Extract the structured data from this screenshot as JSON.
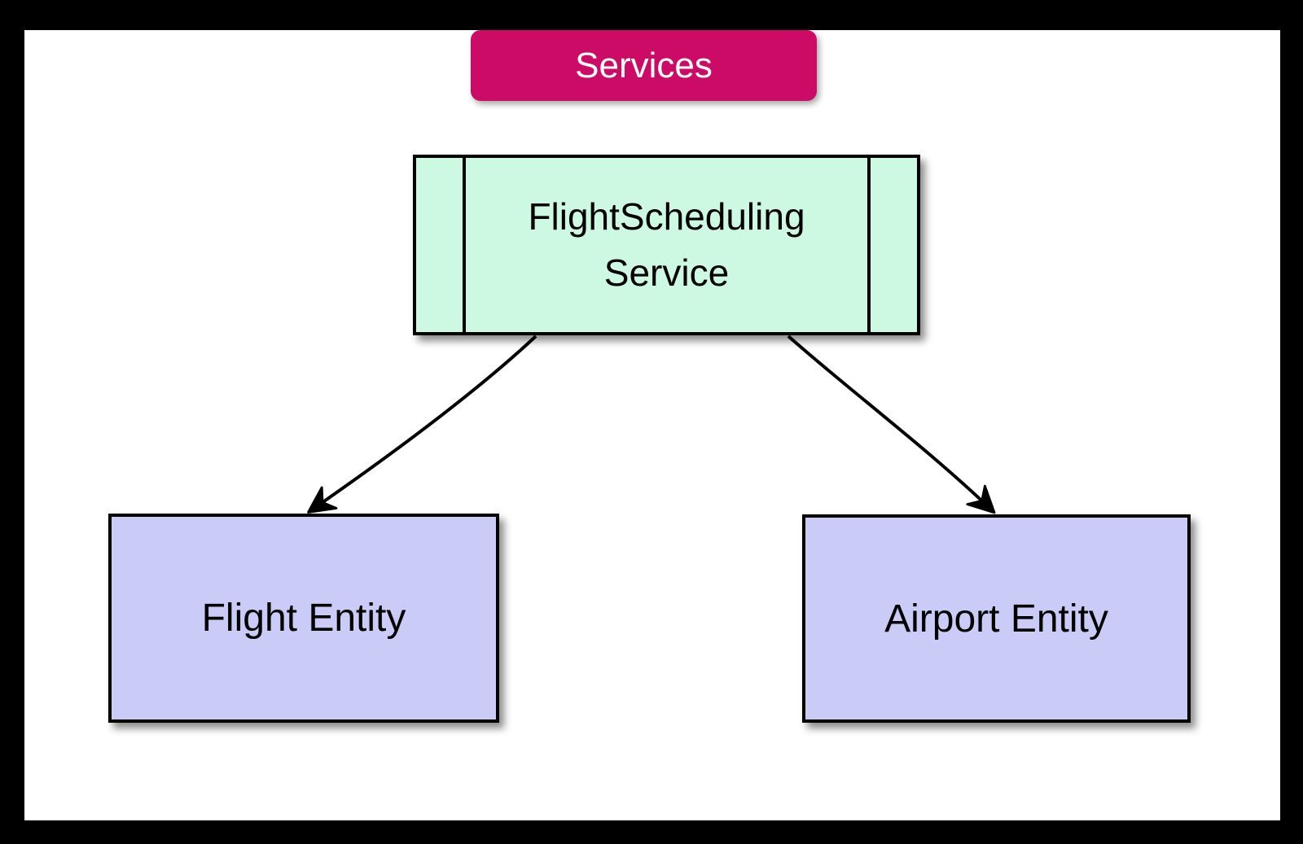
{
  "diagram": {
    "frame_color": "#000000",
    "canvas_color": "#ffffff",
    "title_badge": {
      "label": "Services",
      "bg": "#cc0b66",
      "text_color": "#ffffff"
    },
    "nodes": [
      {
        "id": "flightSchedulingService",
        "label": "FlightScheduling Service",
        "shape": "subroutine",
        "fill": "#cdf8e1",
        "border": "#000000"
      },
      {
        "id": "flightEntity",
        "label": "Flight Entity",
        "shape": "rectangle",
        "fill": "#cacbf7",
        "border": "#000000"
      },
      {
        "id": "airportEntity",
        "label": "Airport Entity",
        "shape": "rectangle",
        "fill": "#cacbf7",
        "border": "#000000"
      }
    ],
    "edges": [
      {
        "from": "flightSchedulingService",
        "to": "flightEntity",
        "style": "arrow"
      },
      {
        "from": "flightSchedulingService",
        "to": "airportEntity",
        "style": "arrow"
      }
    ]
  }
}
